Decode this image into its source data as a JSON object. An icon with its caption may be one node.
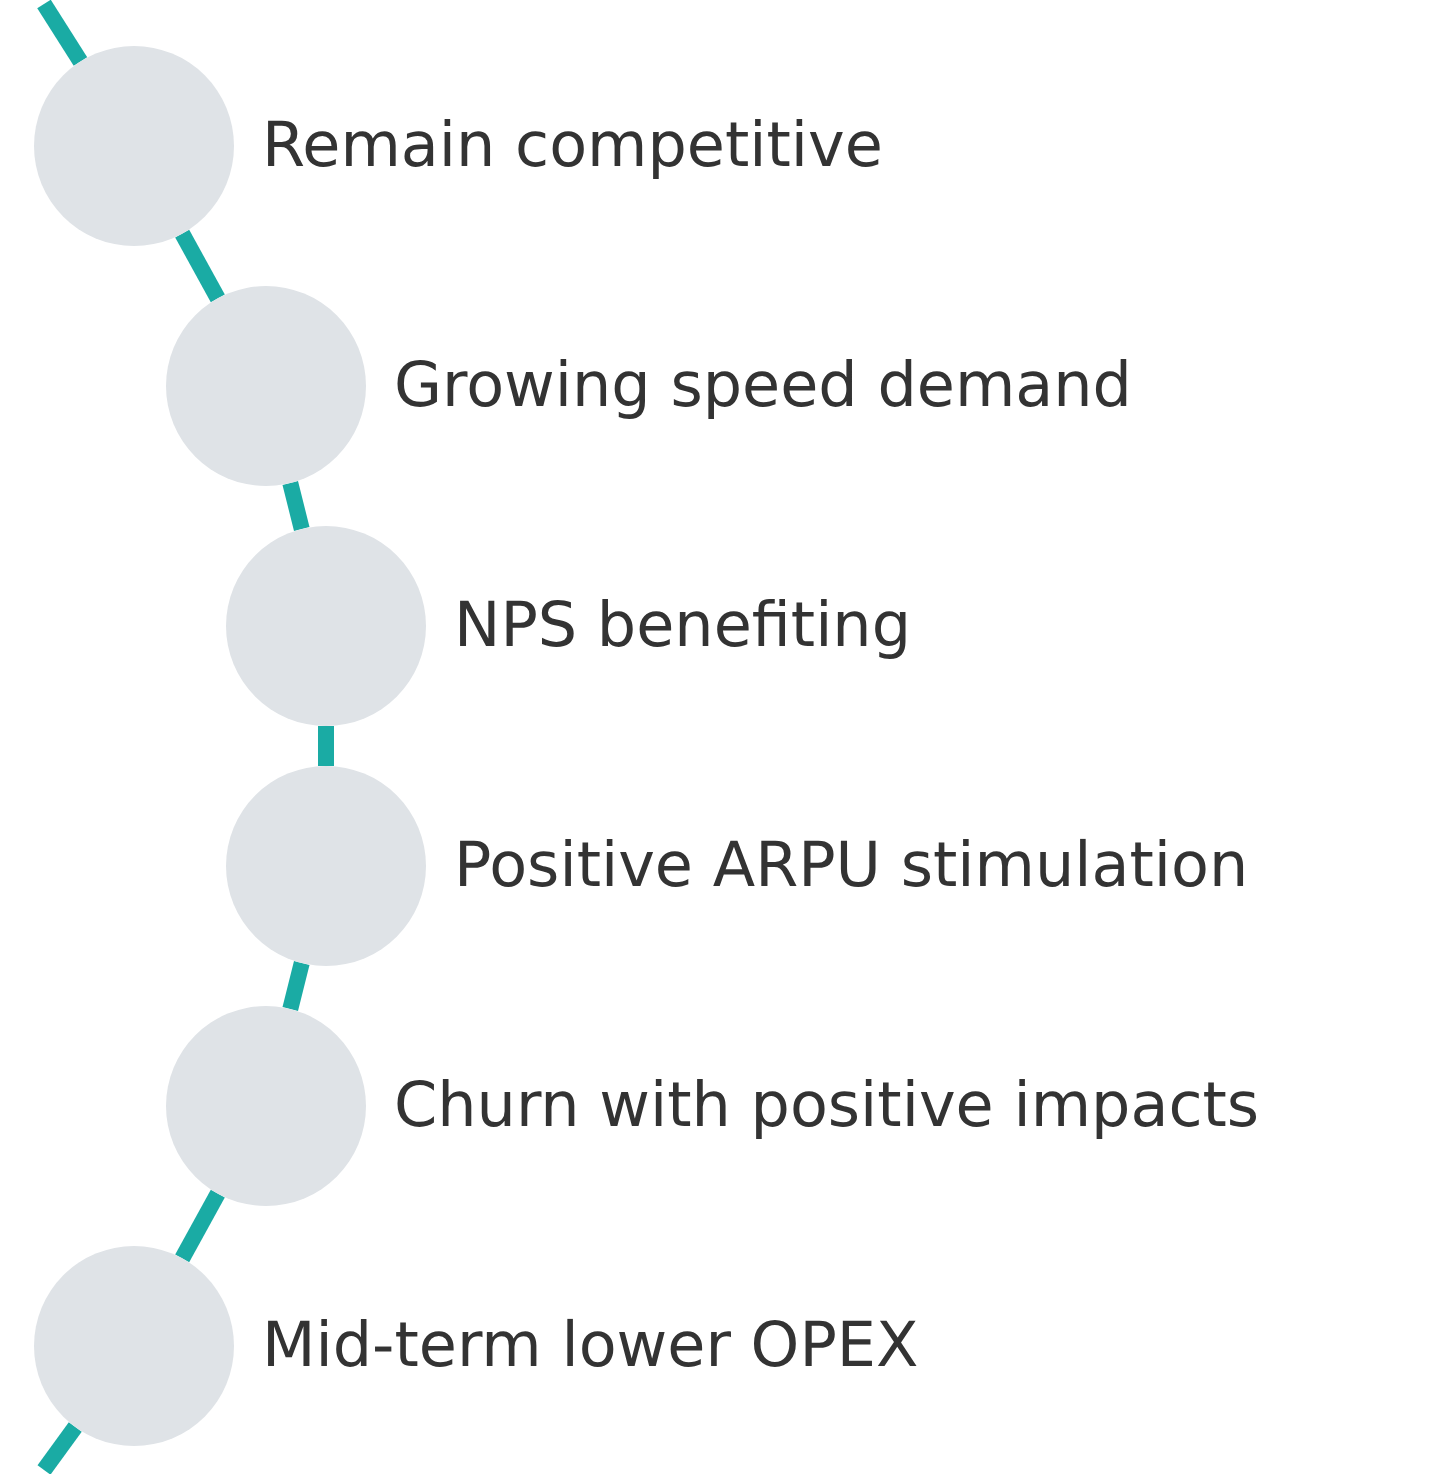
{
  "diagram": {
    "nodes": [
      {
        "text": [],
        "shape": "circle",
        "beside": [
          "Remain competitive"
        ]
      },
      {
        "text": [],
        "shape": "circle",
        "beside": [
          "Growing speed demand"
        ]
      },
      {
        "text": [],
        "shape": "circle",
        "beside": [
          "NPS benefiting"
        ]
      },
      {
        "text": [],
        "shape": "circle",
        "beside": [
          "Positive ARPU stimulation"
        ]
      },
      {
        "text": [],
        "shape": "circle",
        "beside": [
          "Churn with positive impacts"
        ]
      },
      {
        "text": [],
        "shape": "circle",
        "beside": [
          "Mid-term lower OPEX"
        ]
      }
    ],
    "edges": [
      {
        "from": null,
        "to": 0,
        "arrow": "none"
      },
      {
        "from": 0,
        "to": 1,
        "arrow": "none"
      },
      {
        "from": 1,
        "to": 2,
        "arrow": "none"
      },
      {
        "from": 2,
        "to": 3,
        "arrow": "none"
      },
      {
        "from": 3,
        "to": 4,
        "arrow": "none"
      },
      {
        "from": 4,
        "to": 5,
        "arrow": "none"
      },
      {
        "from": 5,
        "to": null,
        "arrow": "none"
      }
    ]
  }
}
